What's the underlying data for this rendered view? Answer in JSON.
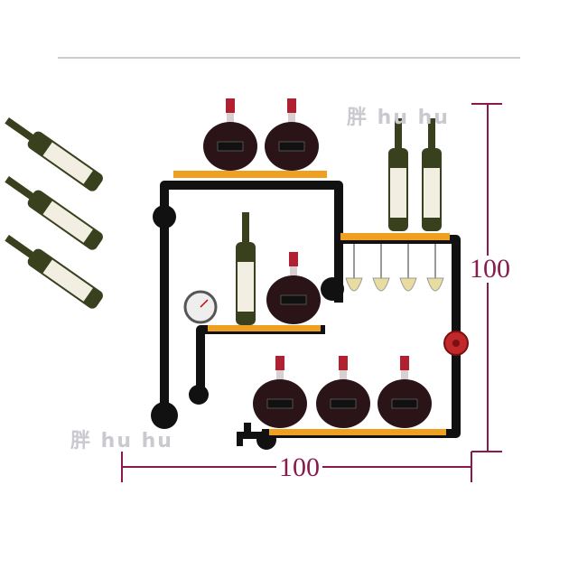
{
  "watermark": "胖 hu hu",
  "dimensions": {
    "height": "100",
    "width": "100"
  },
  "colors": {
    "pipe": "#111111",
    "shelf": "#f0a020",
    "dimension": "#8a1a4e",
    "valve": "#c0282a"
  }
}
